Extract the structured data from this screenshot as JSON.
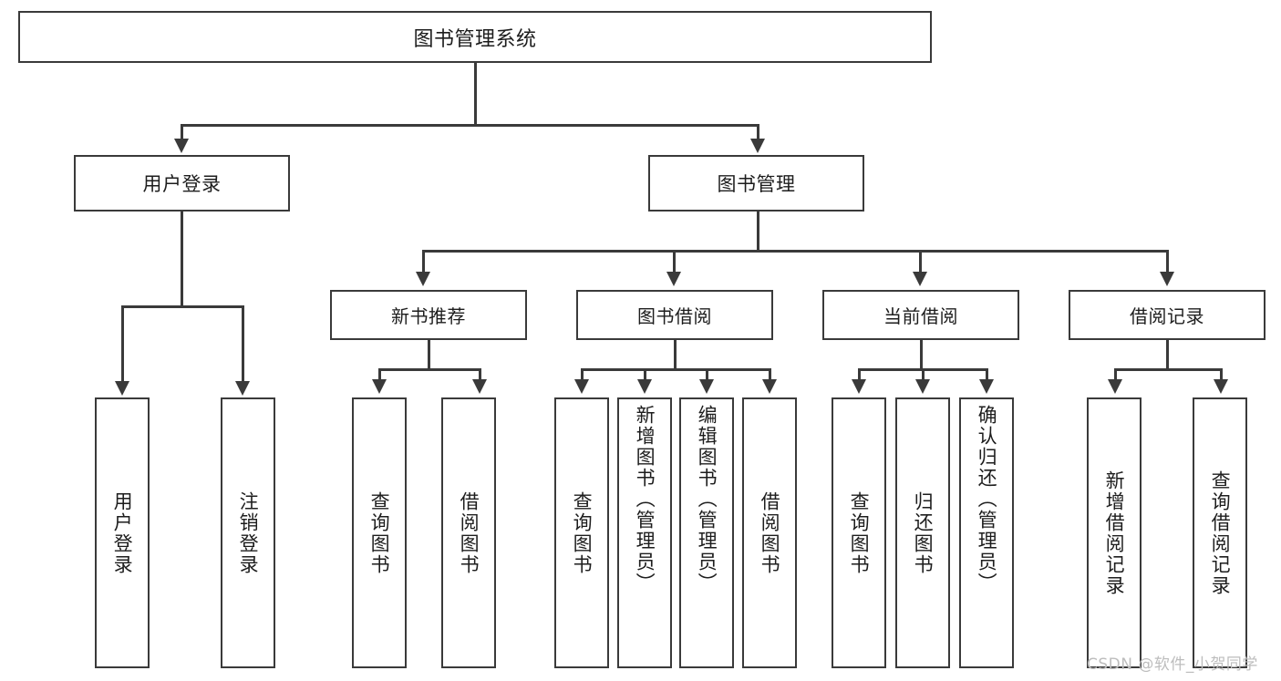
{
  "diagram": {
    "title": "图书管理系统",
    "type": "功能结构图",
    "colors": {
      "stroke": "#3a3a3a",
      "fill": "#ffffff",
      "text": "#1d1d1d",
      "watermark": "#bdbdbd"
    }
  },
  "root": {
    "label": "图书管理系统"
  },
  "level1": [
    {
      "label": "用户登录"
    },
    {
      "label": "图书管理"
    }
  ],
  "level2": [
    {
      "label": "新书推荐"
    },
    {
      "label": "图书借阅"
    },
    {
      "label": "当前借阅"
    },
    {
      "label": "借阅记录"
    }
  ],
  "leaves": {
    "user_login": [
      {
        "label": "用户登录"
      },
      {
        "label": "注销登录"
      }
    ],
    "new_book": [
      {
        "label": "查询图书"
      },
      {
        "label": "借阅图书"
      }
    ],
    "book_borrow": [
      {
        "label": "查询图书"
      },
      {
        "label": "新增图书（管理员）"
      },
      {
        "label": "编辑图书（管理员）"
      },
      {
        "label": "借阅图书"
      }
    ],
    "current_borrow": [
      {
        "label": "查询图书"
      },
      {
        "label": "归还图书"
      },
      {
        "label": "确认归还（管理员）"
      }
    ],
    "borrow_record": [
      {
        "label": "新增借阅记录"
      },
      {
        "label": "查询借阅记录"
      }
    ]
  },
  "watermark": {
    "text": "CSDN @软件_小贺同学"
  }
}
